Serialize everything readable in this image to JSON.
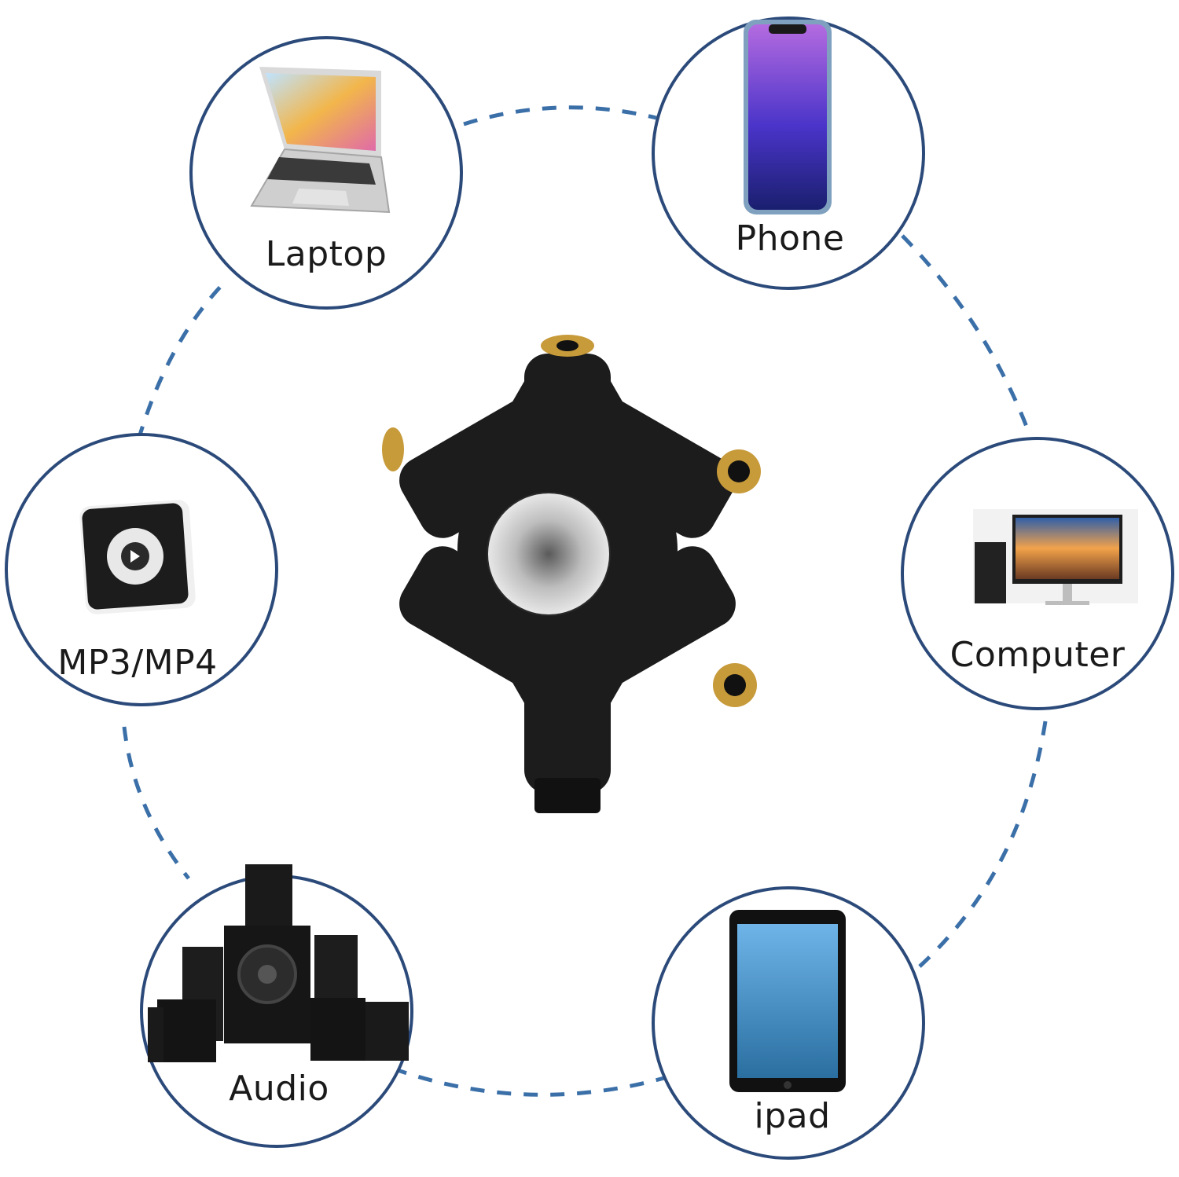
{
  "devices": {
    "laptop": {
      "label": "Laptop"
    },
    "phone": {
      "label": "Phone"
    },
    "mp3": {
      "label": "MP3/MP4"
    },
    "computer": {
      "label": "Computer"
    },
    "audio": {
      "label": "Audio"
    },
    "ipad": {
      "label": "ipad"
    }
  },
  "colors": {
    "ring": "#2b4a7a",
    "connector": "#3b6fa8",
    "splitter_body": "#1c1c1c",
    "jack_gold": "#c79a3a"
  }
}
